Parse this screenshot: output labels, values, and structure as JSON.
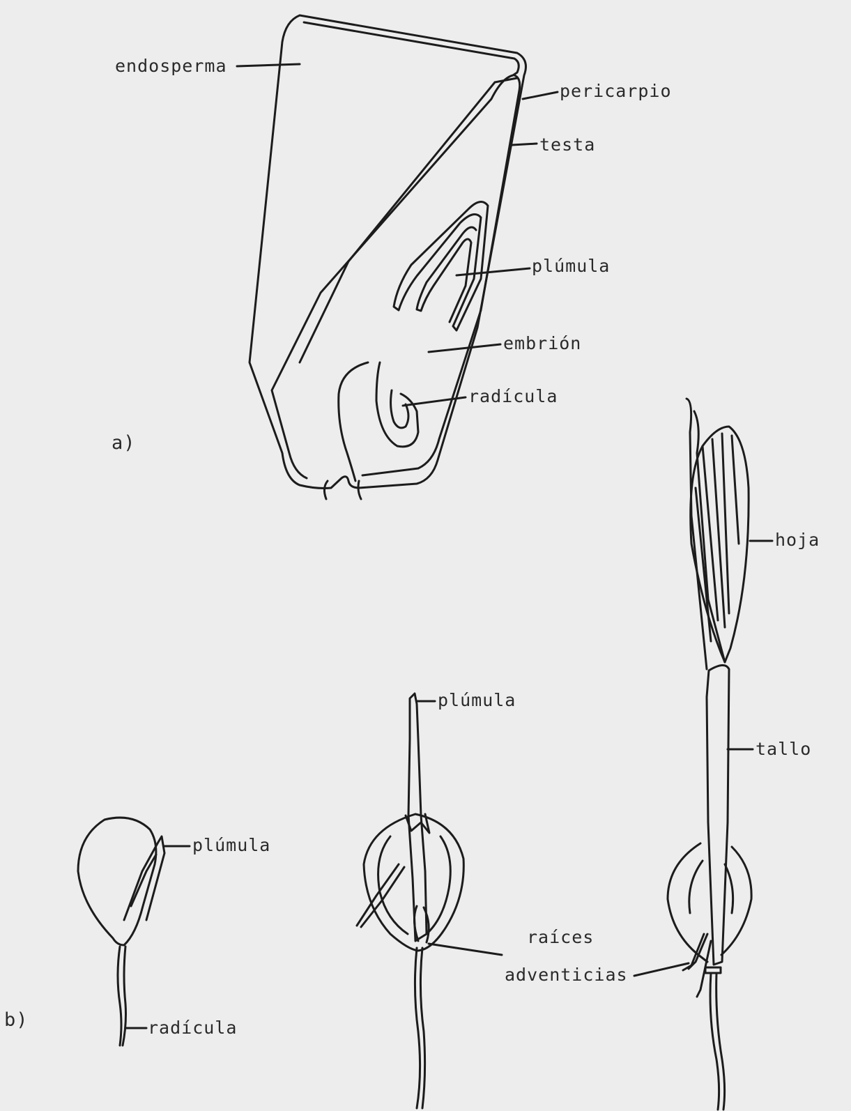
{
  "figure_a": {
    "tag": "a)",
    "labels": {
      "endosperma": "endosperma",
      "pericarpio": "pericarpio",
      "testa": "testa",
      "plumula": "plúmula",
      "embrion": "embrión",
      "radicula": "radícula"
    }
  },
  "figure_b": {
    "tag": "b)",
    "labels": {
      "plumula_stage1": "plúmula",
      "radicula_stage1": "radícula",
      "plumula_stage2": "plúmula",
      "raices_line1": "raíces",
      "raices_line2": "adventicias",
      "hoja": "hoja",
      "tallo": "tallo"
    }
  },
  "colors": {
    "paper": "#ecedec",
    "ink": "#1c1c1c"
  }
}
